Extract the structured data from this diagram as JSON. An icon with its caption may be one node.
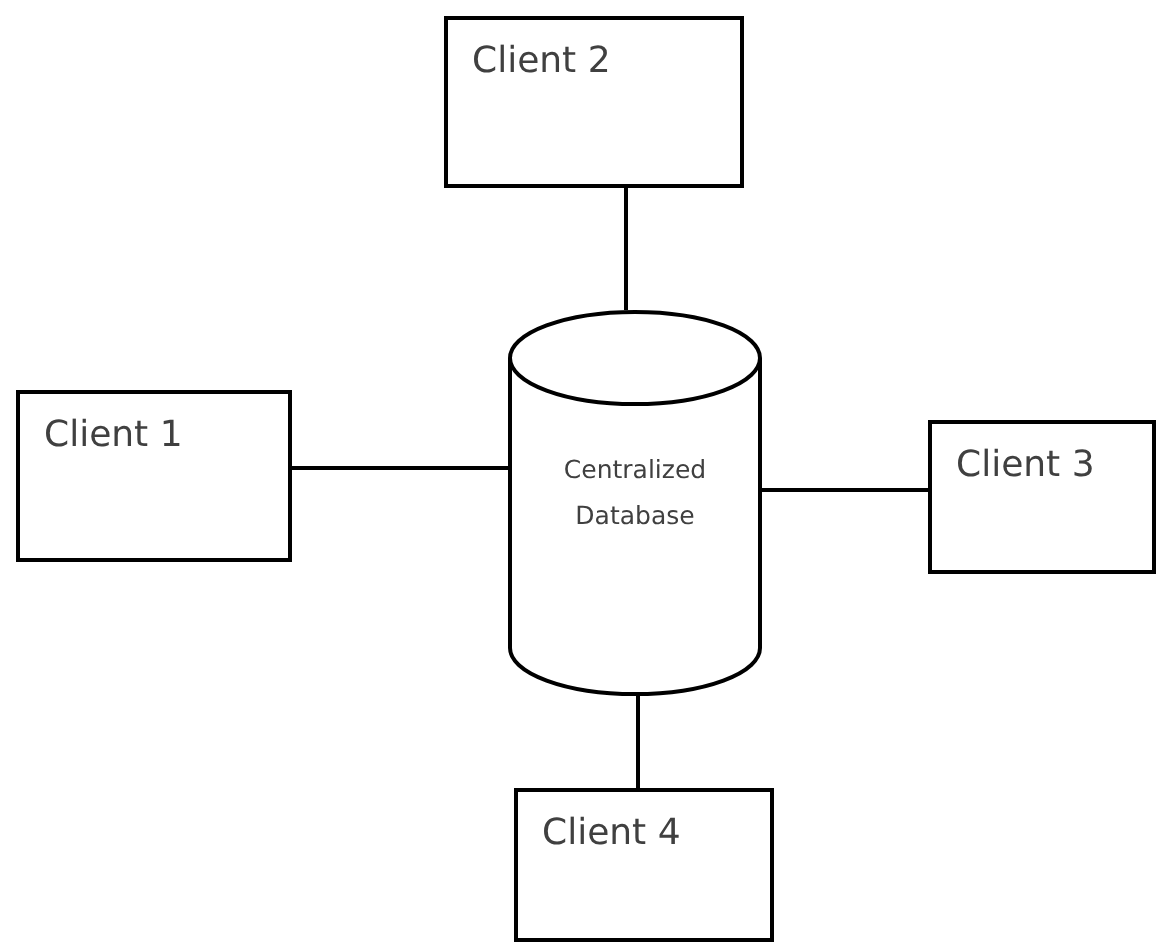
{
  "diagram": {
    "nodes": [
      {
        "text": [
          "Client 2"
        ]
      },
      {
        "text": [
          "Client 1"
        ]
      },
      {
        "text": [
          "Centralized Database"
        ]
      },
      {
        "text": [
          "Client 3"
        ]
      },
      {
        "text": [
          "Client 4"
        ]
      }
    ],
    "edges": [
      {
        "from": 0,
        "to": 2,
        "arrow": "none"
      },
      {
        "from": 1,
        "to": 2,
        "arrow": "none"
      },
      {
        "from": 2,
        "to": 3,
        "arrow": "none"
      },
      {
        "from": 2,
        "to": 4,
        "arrow": "none"
      }
    ]
  }
}
